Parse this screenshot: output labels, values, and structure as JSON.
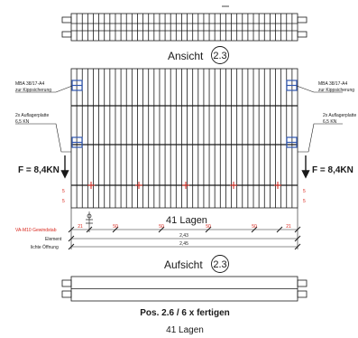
{
  "views": {
    "top_title": "Ansicht",
    "top_marker": "2.3",
    "bottom_title": "Aufsicht",
    "bottom_marker": "2.3"
  },
  "annotations": {
    "mba_left_1": "MBA 38/17-A4",
    "mba_left_2": "zur Kippsicherung",
    "mba_right_1": "MBA 38/17-A4",
    "mba_right_2": "zur Kippsicherung",
    "plate_left_1": "2x Auflagerplatte",
    "plate_left_2": "6,5 KN",
    "plate_right_1": "2x Auflagerplatte",
    "plate_right_2": "6,5 KN",
    "force_left": "F = 8,4KN",
    "force_right": "F = 8,4KN",
    "lagen_mid": "41 Lagen"
  },
  "dimensions": {
    "va_label": "VA-M10 Gewindstab",
    "va_values": [
      "21",
      "50",
      "50",
      "50",
      "50",
      "21"
    ],
    "element_label": "Element",
    "element_value": "2,43",
    "opening_label": "lichte Öffnung",
    "opening_value": "2,45",
    "small_dim": "5"
  },
  "footer": {
    "pos_line": "Pos. 2.6  /  6 x fertigen",
    "lagen": "41 Lagen"
  },
  "colors": {
    "line": "#1a1a1a",
    "dimension_red": "#d9261c",
    "bracket_blue": "#2f56b0"
  }
}
